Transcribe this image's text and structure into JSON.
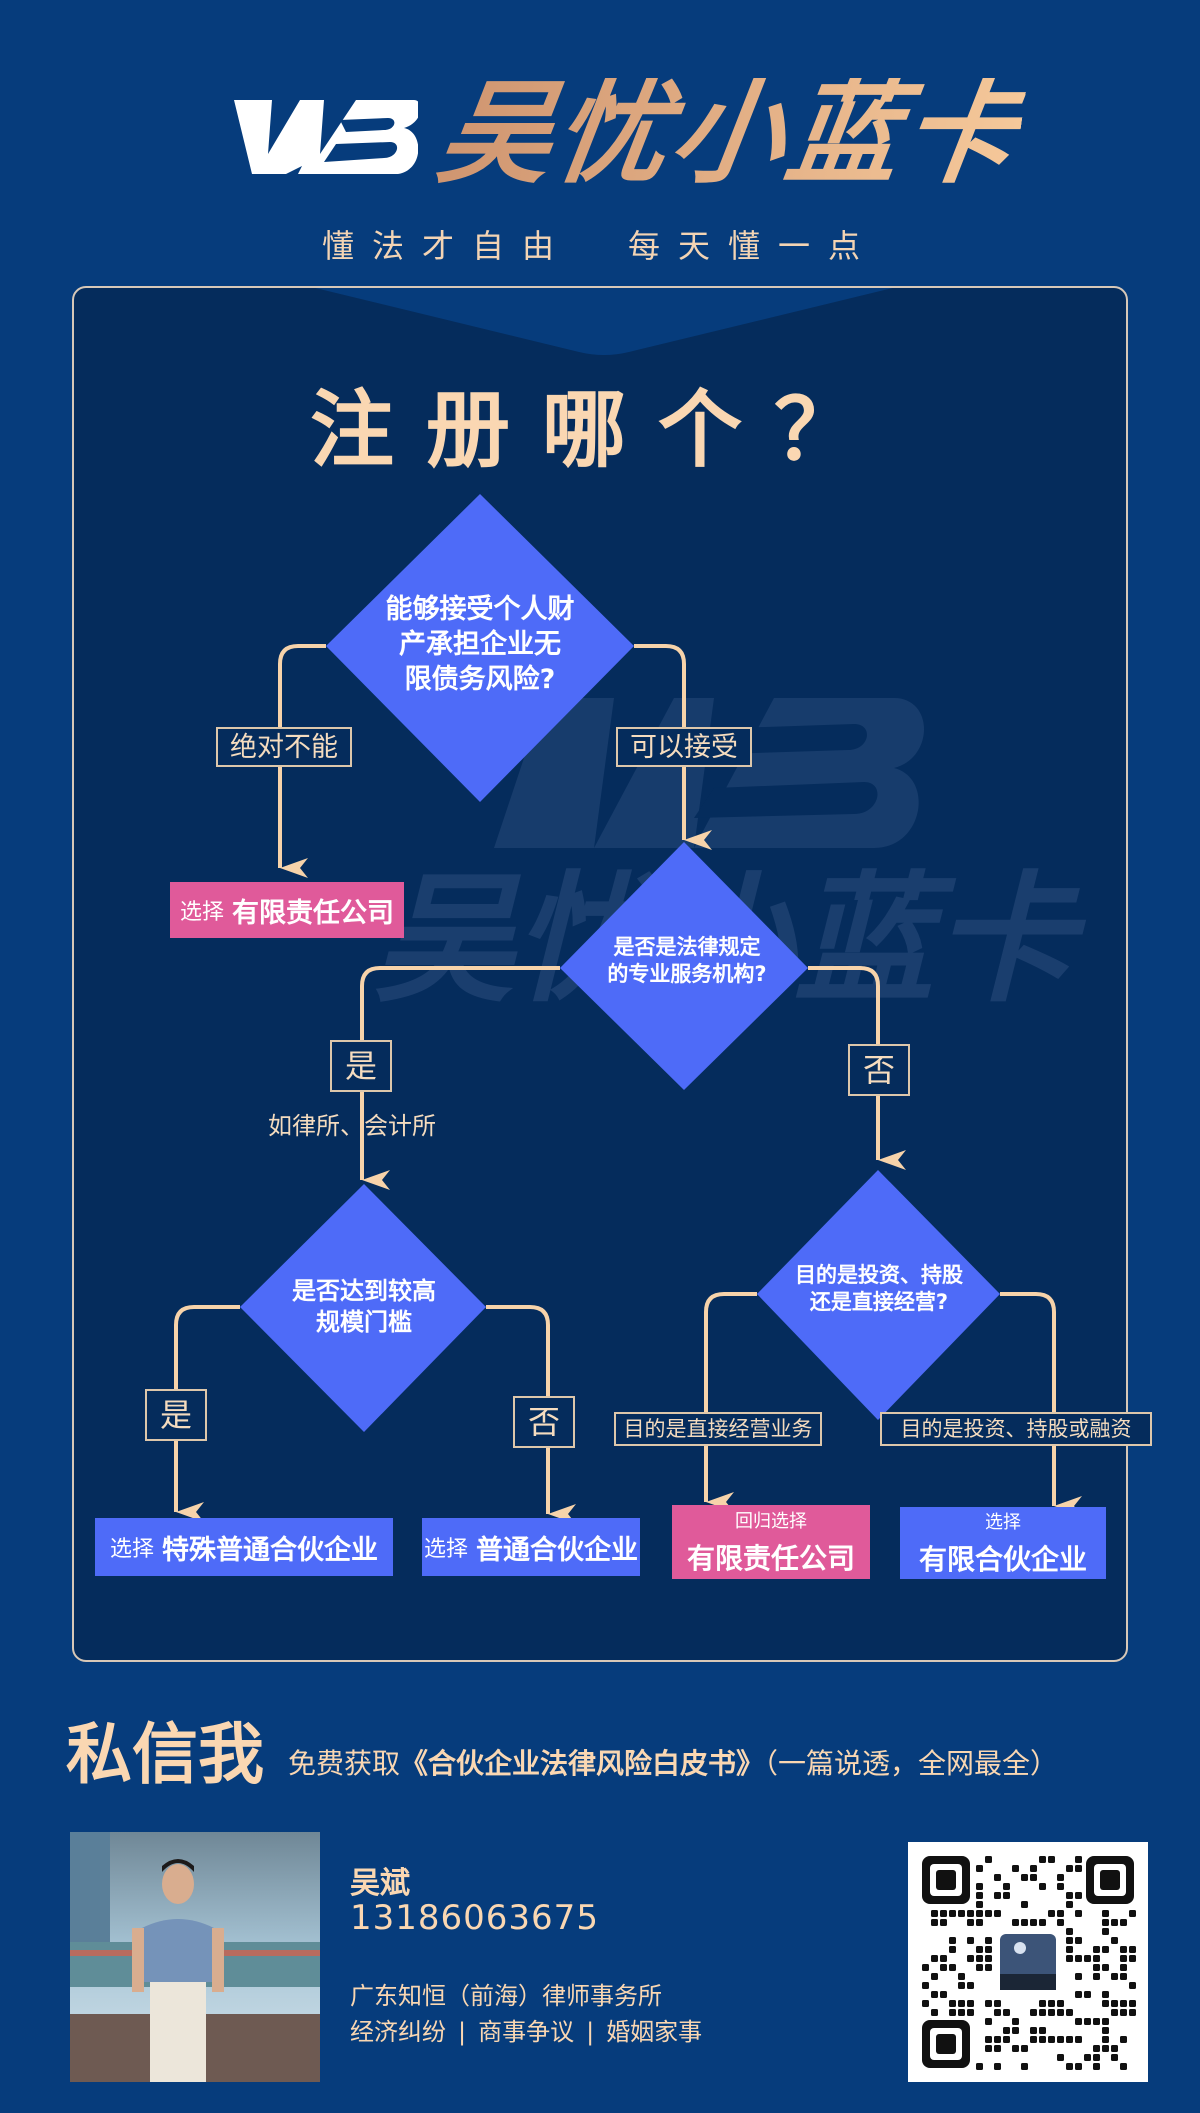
{
  "header": {
    "logo_text": "WB",
    "brand_title": "吴忧小蓝卡",
    "slogan_left": "懂法才自由",
    "slogan_right": "每天懂一点"
  },
  "colors": {
    "background": "#063c7c",
    "card": "#052c5c",
    "accent_gold": "#fad7b2",
    "diamond_blue": "#4e6bf8",
    "result_pink": "#e05a9a",
    "result_blue": "#4e6bf8",
    "connector": "#f7d3aa"
  },
  "card": {
    "title": "注册哪个？"
  },
  "flowchart": {
    "decisions": [
      {
        "id": "d1",
        "text_lines": [
          "能够接受个人财",
          "产承担企业无",
          "限债务风险?"
        ]
      },
      {
        "id": "d2",
        "text_lines": [
          "是否是法律规定",
          "的专业服务机构?"
        ]
      },
      {
        "id": "d3",
        "text_lines": [
          "是否达到较高",
          "规模门槛"
        ]
      },
      {
        "id": "d4",
        "text_lines": [
          "目的是投资、持股",
          "还是直接经营?"
        ]
      }
    ],
    "edges": [
      {
        "from": "d1",
        "to": "r1",
        "label": "绝对不能"
      },
      {
        "from": "d1",
        "to": "d2",
        "label": "可以接受"
      },
      {
        "from": "d2",
        "to": "d3",
        "label": "是",
        "note": "如律所、会计所"
      },
      {
        "from": "d2",
        "to": "d4",
        "label": "否"
      },
      {
        "from": "d3",
        "to": "r2",
        "label": "是"
      },
      {
        "from": "d3",
        "to": "r3",
        "label": "否"
      },
      {
        "from": "d4",
        "to": "r4",
        "label": "目的是直接经营业务"
      },
      {
        "from": "d4",
        "to": "r5",
        "label": "目的是投资、持股或融资"
      }
    ],
    "results": [
      {
        "id": "r1",
        "prefix": "选择",
        "main": "有限责任公司",
        "color": "pink"
      },
      {
        "id": "r2",
        "prefix": "选择",
        "main": "特殊普通合伙企业",
        "color": "blue"
      },
      {
        "id": "r3",
        "prefix": "选择",
        "main": "普通合伙企业",
        "color": "blue"
      },
      {
        "id": "r4",
        "prefix": "回归选择",
        "main": "有限责任公司",
        "color": "pink"
      },
      {
        "id": "r5",
        "prefix": "选择",
        "main": "有限合伙企业",
        "color": "blue"
      }
    ]
  },
  "watermark": {
    "logo_text": "WB",
    "brand_title": "吴忧小蓝卡"
  },
  "footer": {
    "cta_big": "私信我",
    "cta_prefix": "免费获取",
    "cta_book": "《合伙企业法律风险白皮书》",
    "cta_suffix": "（一篇说透，全网最全）",
    "contact": {
      "name": "吴斌",
      "phone": "13186063675",
      "firm": "广东知恒（前海）律师事务所",
      "areas": [
        "经济纠纷",
        "商事争议",
        "婚姻家事"
      ],
      "area_separator": "|"
    },
    "qr_label": "qr-code"
  }
}
